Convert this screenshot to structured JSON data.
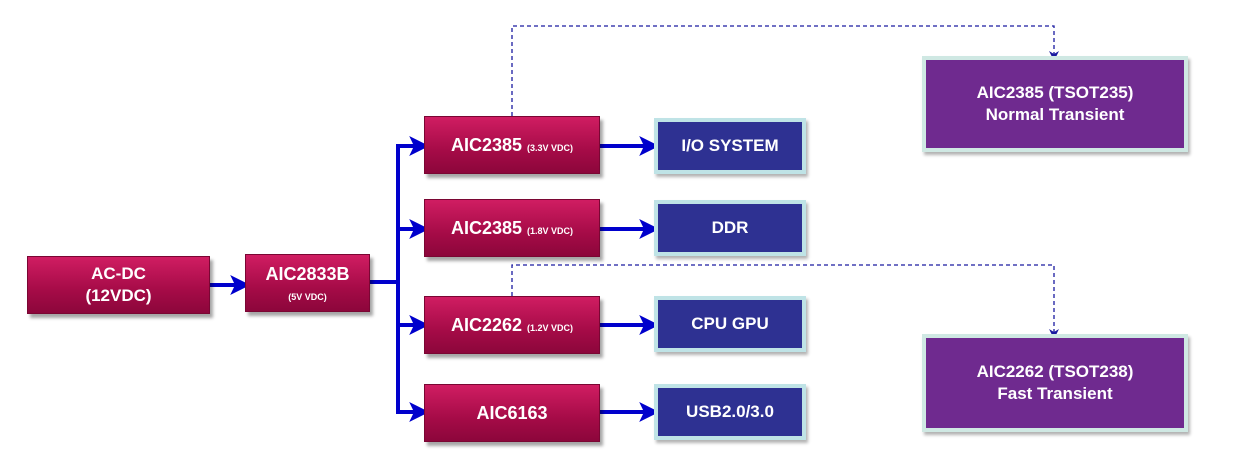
{
  "source": {
    "line1": "AC-DC",
    "line2": "(12VDC)"
  },
  "converter": {
    "label": "AIC2833B",
    "voltage": "(5V VDC)"
  },
  "regulators": [
    {
      "label": "AIC2385",
      "voltage": "(3.3V VDC)"
    },
    {
      "label": "AIC2385",
      "voltage": "(1.8V VDC)"
    },
    {
      "label": "AIC2262",
      "voltage": "(1.2V VDC)"
    },
    {
      "label": "AIC6163",
      "voltage": ""
    }
  ],
  "loads": [
    "I/O SYSTEM",
    "DDR",
    "CPU GPU",
    "USB2.0/3.0"
  ],
  "callouts": [
    {
      "line1": "AIC2385 (TSOT235)",
      "line2": "Normal Transient"
    },
    {
      "line1": "AIC2262 (TSOT238)",
      "line2": "Fast Transient"
    }
  ],
  "colors": {
    "regulator": "#b0104f",
    "load": "#2e3192",
    "callout": "#6f2a8f",
    "arrow": "#0000cc"
  }
}
